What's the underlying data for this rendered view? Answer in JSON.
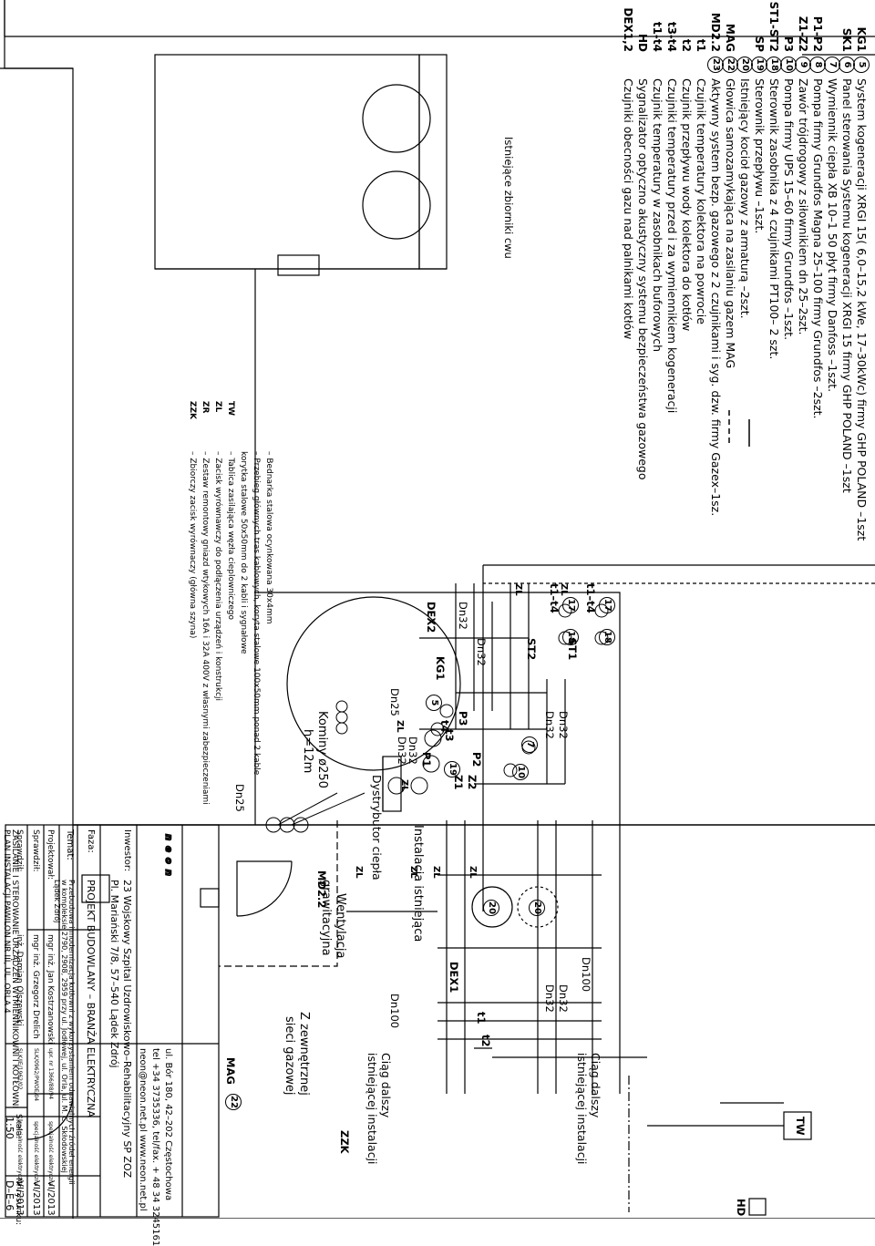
{
  "legend": {
    "items": [
      {
        "code": "KG1",
        "num": "5",
        "text": "System kogeneracji XRGI 15( 6,0–15,2 kWe, 17–30kWc) firmy GHP POLAND –1szt"
      },
      {
        "code": "SK1",
        "num": "6",
        "text": "Panel sterowania Systemu kogeneracji XRGI 15 firmy GHP POLAND –1szt"
      },
      {
        "code": "",
        "num": "7",
        "text": "Wymiennik ciepła  XB 10–1 50 płyt firmy Danfoss –1szt."
      },
      {
        "code": "P1-P2",
        "num": "8",
        "text": "Pompa  firmy Grundfos Magna 25–100 firmy Grundfos –2szt."
      },
      {
        "code": "Z1-Z2",
        "num": "9",
        "text": "Zawór trójdrogowy  z siłownikiem dn 25–2szt."
      },
      {
        "code": "P3",
        "num": "10",
        "text": "Pompa  firmy UPS 15–60 firmy Grundfos –1szt."
      },
      {
        "code": "ST1-ST2",
        "num": "18",
        "text": "Sterownik zasobnika z 4 czujnikami PT100– 2 szt."
      },
      {
        "code": "SP",
        "num": "19",
        "text": "Sterownik przepływu –1szt."
      },
      {
        "code": "",
        "num": "20",
        "text": "Istniejący kocioł gazowy z armaturą –2szt."
      },
      {
        "code": "MAG",
        "num": "22",
        "text": "Głowica samozamykająca na zasilaniu gazem MAG"
      },
      {
        "code": "MD2.2",
        "num": "23",
        "text": "Aktywny system bezp. gazowego z 2 czujnikami i syg. dzw. firmy Gazex–1sz."
      },
      {
        "code": "t1",
        "num": "",
        "text": "Czujnik temperatury kolektora na powrocie"
      },
      {
        "code": "t2",
        "num": "",
        "text": "Czujnik przepływu wody kolektora do kotłów"
      },
      {
        "code": "t3-t4",
        "num": "",
        "text": "Czujniki temperatury przed i za wymiennikiem kogeneracji"
      },
      {
        "code": "t1-t4",
        "num": "",
        "text": "Czujnik temperatury w zasobnikach buforowych"
      },
      {
        "code": "HD",
        "num": "",
        "text": "Sygnalizator optyczno akustyczny systemu bezpieczeństwa gazowego"
      },
      {
        "code": "DEX1,2",
        "num": "",
        "text": "Czujniki obecności gazu nad palnikami kotłów"
      }
    ],
    "tanks_label": "Istniejące zbiorniki  cwu"
  },
  "small_legend": {
    "items": [
      {
        "code": "",
        "text": "– Bednarka stalowa ocynkowana 30x4mm"
      },
      {
        "code": "",
        "text": "– Przebieg głównych tras kablowych, koryta stalowe 100x50mm ponad 2 kable"
      },
      {
        "code": "",
        "text": "korytka stalowe 50x50mm do 2 kabli i sygnałowe"
      },
      {
        "code": "TW",
        "text": "– Tablica zasilająca węzła cieplowniczego"
      },
      {
        "code": "ZL",
        "text": "– Zacisk wyrównawczy do podłączenia urządzeń i konstrukcji"
      },
      {
        "code": "ZR",
        "text": "– Zestaw remontowy gniazd wtykowych 16A i 32A 400V z własnymi zabezpieczeniami"
      },
      {
        "code": "ZZK",
        "text": "– Zbiorczy zacisk wyrównaczy (główna szyna)"
      }
    ]
  },
  "plan": {
    "labels": {
      "dn32_1": "Dn32",
      "dn32_2": "Dn32",
      "dn25_1": "Dn25",
      "dn25_2": "Dn25",
      "dn32_3": "Dn32",
      "dn32_4": "Dn32",
      "dn32_5": "Dn32",
      "dn32_6": "Dn32",
      "dn32_7": "Dn32",
      "dn32_8": "Dn32",
      "dn100_1": "Dn100",
      "dn100_2": "Dn100",
      "kominy": "Kominy ø250",
      "kominy_h": "h=12m",
      "dystrybutor": "Dystrybutor ciepła",
      "instalacja": "Instalacja  istniejąca",
      "wentylacja": "Wentylacja",
      "grawitacyjna": "grawitacyjna",
      "z_zewn": "Z zewnętrznej",
      "sieci_gaz": "sieci gazowej",
      "ciag1": "Ciąg dalszy",
      "ciag1b": "istniejącej instalacji",
      "ciag2": "Ciąg dalszy",
      "ciag2b": "istniejącej instalacji",
      "kg1": "KG1",
      "dex1": "DEX1",
      "dex2": "DEX2",
      "st1": "ST1",
      "st2": "ST2",
      "p1": "P1",
      "p2": "P2",
      "p3": "P3",
      "z1": "Z1",
      "z2": "Z2",
      "t3": "t3",
      "t4": "t4",
      "t1": "t1",
      "t2": "t2",
      "t1_4a": "t1–t4",
      "t1_4b": "t1–t4",
      "md22": "MD2.2",
      "mag": "MAG",
      "tw": "TW",
      "zzk": "ZZK",
      "hd": "HD",
      "zl": "ZL",
      "c5": "5",
      "c7": "7",
      "c10": "10",
      "c17": "17",
      "c18": "18",
      "c20": "20",
      "c19": "19",
      "c22": "22"
    }
  },
  "titleblock": {
    "logo": "neon",
    "company_line1": "ul. Bór 180, 42–202 Częstochowa",
    "company_line2": "tel +34 3735336, tel/fax. + 48 34 3245161",
    "company_line3": "neon@neon.net.pl     www.neon.net.pl",
    "inwestor_label": "Inwestor:",
    "inwestor_1": "23 Wojskowy Szpital Uzdrowiskowo–Rehabilitacyjny SP ZOZ",
    "inwestor_2": "Pl. Mariański 7/8, 57–540 Lądek Zdrój",
    "faza_label": "Faza:",
    "faza": "PROJEKT BUDOWLANY – BRANŻA ELEKTRYCZNA",
    "temat_label": "Temat:",
    "temat_1": "Przebudowa i modernizacja kotłowni z wykorzystaniem odnawialnych źródeł energii",
    "temat_2": "w kompleksie 2790, 2908, 2959 przy ul. Jodłowej, ul. Orla, ul. M. C. Skłodowskiej",
    "temat_3": "Lądek Zdrój",
    "projektowal_label": "Projektował:",
    "projektowal": "mgr inż. Jan Kostrzanowski",
    "sprawdzil1_label": "Sprawdził:",
    "sprawdzil1": "mgr inż. Grzegorz Drelich",
    "sprawdzil2_label": "Sprawdził:",
    "sprawdzil2": "inż. Damian Olszewski",
    "upr1": "upr. nr 1366/88/94",
    "upr2": "SLK/0962/PWOE/04",
    "upr3": "SLK/IE/1962/02",
    "spec": "specjalność elektryczna",
    "date1": "VI/2013",
    "date2": "VI/2013",
    "date3": "VI/2013",
    "title_1": "ZASILANIE I STEROWANIE URZĄDZEŃ  WYMIENNIKOWNI I KOTŁOWNI",
    "title_2": "PLAN INSTALACJI       PAWILON NR III,  UL. ORLA 4",
    "skala_label": "Skala:",
    "skala": "1:50",
    "nr_label": "Nr rysunku:",
    "nr": "D–E–6"
  }
}
